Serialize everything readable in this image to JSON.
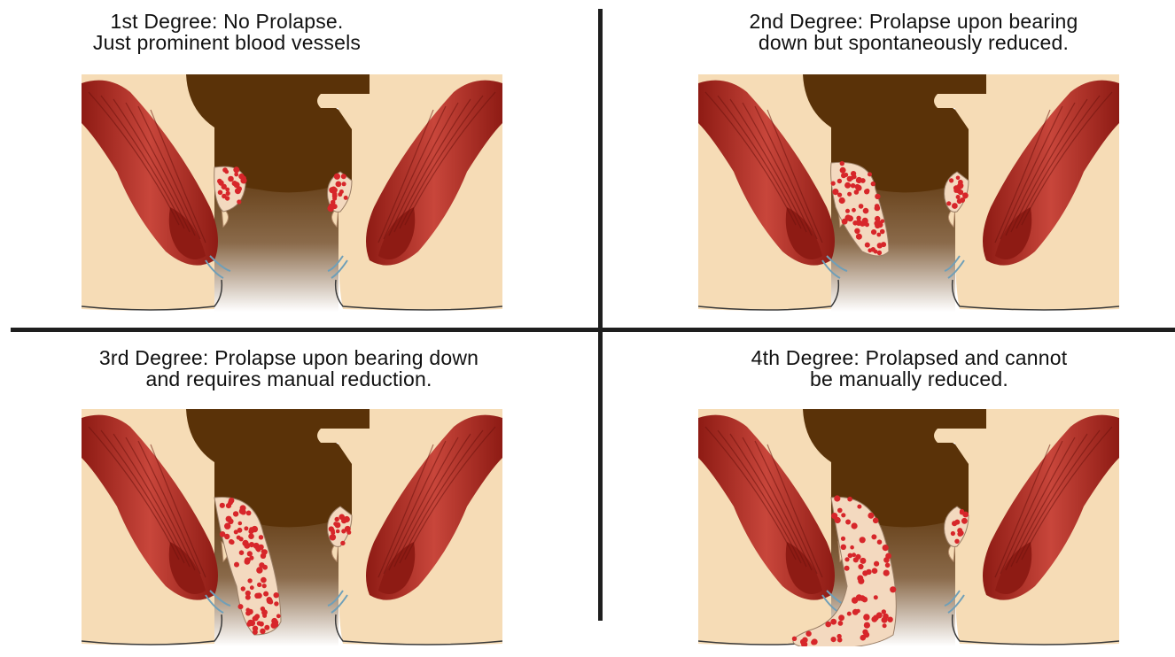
{
  "panels": [
    {
      "degree": "1st",
      "title_line1": "1st Degree: No Prolapse.",
      "title_line2": "Just prominent blood vessels",
      "prolapse_level": 0
    },
    {
      "degree": "2nd",
      "title_line1": "2nd Degree: Prolapse upon bearing",
      "title_line2": "down but spontaneously reduced.",
      "prolapse_level": 1
    },
    {
      "degree": "3rd",
      "title_line1": "3rd Degree: Prolapse upon bearing down",
      "title_line2": "and requires manual reduction.",
      "prolapse_level": 2
    },
    {
      "degree": "4th",
      "title_line1": "4th Degree: Prolapsed and cannot",
      "title_line2": "be manually reduced.",
      "prolapse_level": 3
    }
  ],
  "colors": {
    "skin": "#f6dcb6",
    "muscle_dark": "#8e1b14",
    "muscle_light": "#c8463b",
    "rectum": "#5a3208",
    "hemorrhoid_fill": "#f3d9bf",
    "hemorrhoid_dot": "#d7262a",
    "vein": "#6f9fb8"
  }
}
